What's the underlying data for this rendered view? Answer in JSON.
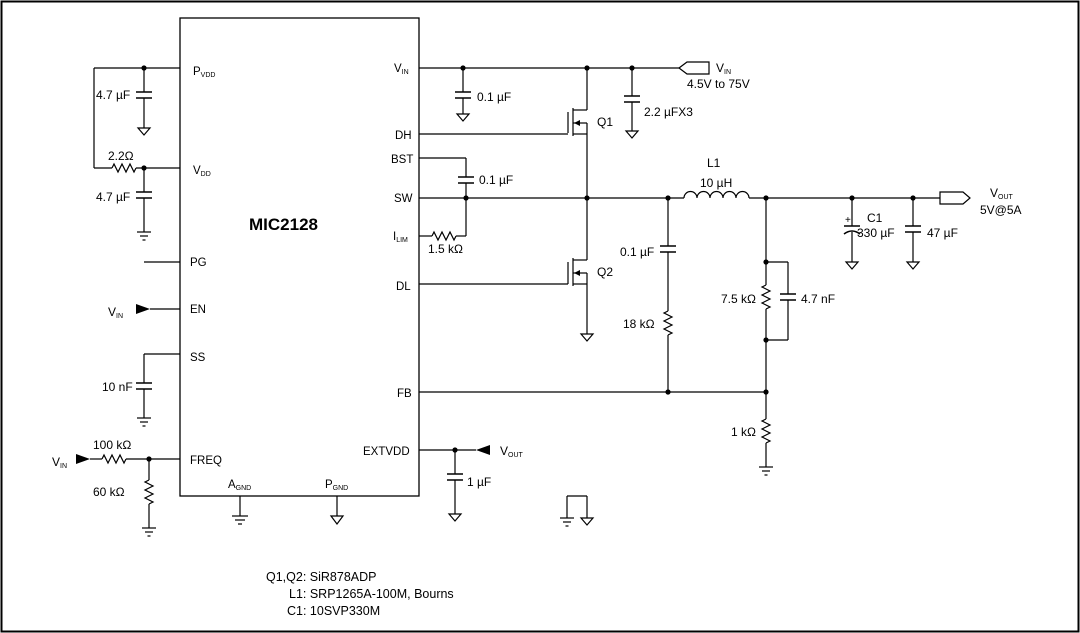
{
  "chip": {
    "name": "MIC2128",
    "pins_left": {
      "pvdd": "P",
      "pvdd_sub": "VDD",
      "vdd": "V",
      "vdd_sub": "DD",
      "pg": "PG",
      "en": "EN",
      "ss": "SS",
      "freq": "FREQ"
    },
    "pins_right": {
      "vin": "V",
      "vin_sub": "IN",
      "dh": "DH",
      "bst": "BST",
      "sw": "SW",
      "ilim": "I",
      "ilim_sub": "LIM",
      "dl": "DL",
      "fb": "FB",
      "extvdd": "EXTVDD"
    },
    "pins_bottom": {
      "agnd": "A",
      "agnd_sub": "GND",
      "pgnd": "P",
      "pgnd_sub": "GND"
    }
  },
  "components": {
    "c_pvdd": "4.7 µF",
    "r_vdd": "2.2Ω",
    "c_vdd": "4.7 µF",
    "c_ss": "10 nF",
    "r_freq_top": "100 kΩ",
    "r_freq_bot": "60 kΩ",
    "c_vin_bypass": "0.1 µF",
    "c_vin_bulk": "2.2 µFX3",
    "c_bst": "0.1 µF",
    "r_ilim": "1.5 kΩ",
    "c_snub": "0.1 µF",
    "r_snub": "18 kΩ",
    "l1_ref": "L1",
    "l1_val": "10 µH",
    "r_ff": "7.5 kΩ",
    "c_ff": "4.7 nF",
    "r_fb_bot": "1 kΩ",
    "c1_ref": "C1",
    "c1_val": "330 µF",
    "c_out2": "47 µF",
    "c_extvdd": "1 µF",
    "q1": "Q1",
    "q2": "Q2"
  },
  "nets": {
    "vin_v": "V",
    "vin_sub": "IN",
    "vin_range": "4.5V to 75V",
    "vout_v": "V",
    "vout_sub": "OUT",
    "vout_spec": "5V@5A"
  },
  "notes": [
    "Q1,Q2: SiR878ADP",
    "L1: SRP1265A-100M, Bourns",
    "C1: 10SVP330M"
  ]
}
